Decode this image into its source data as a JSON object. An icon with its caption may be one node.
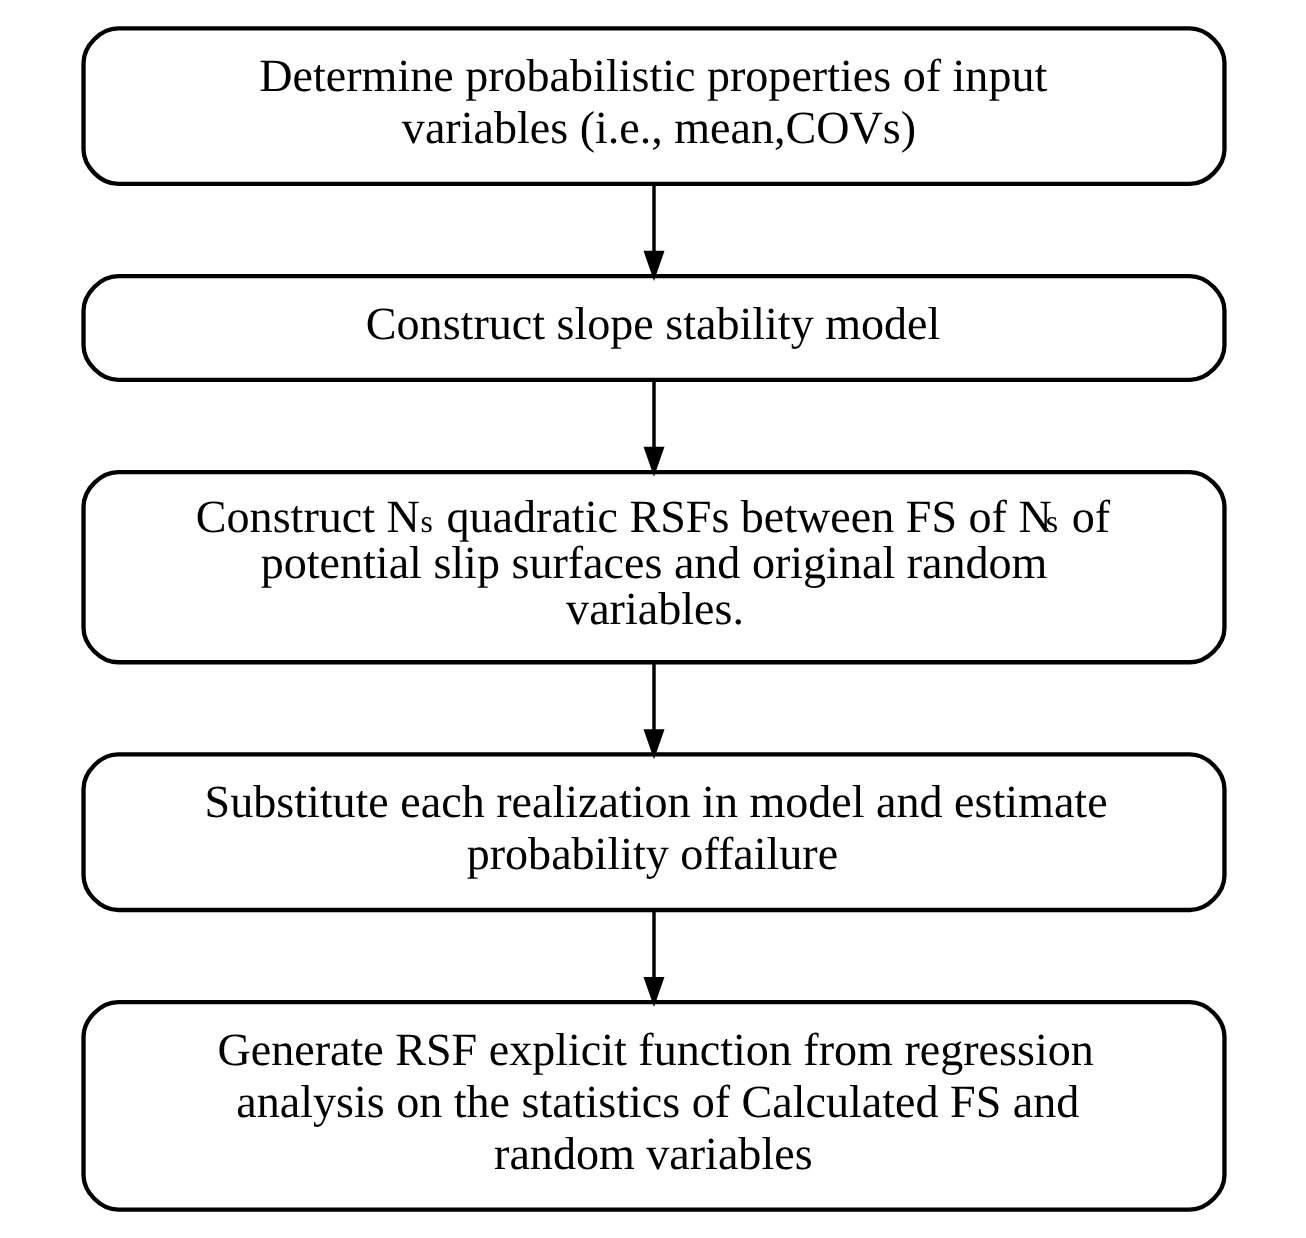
{
  "diagram": {
    "nodes": [
      {
        "text": [
          "Determine probabilistic properties of input variables (i.e., mean,COVs)"
        ]
      },
      {
        "text": [
          "Construct slope stability model"
        ]
      },
      {
        "text": [
          "Construct N$_{s}$ quadratic RSFs between FS of N$_{s}$ of potential slip surfaces and original random variables."
        ]
      },
      {
        "text": [
          "Substitute each realization in model and estimate probability offailure"
        ]
      },
      {
        "text": [
          "Generate RSF explicit function from regression analysis on the statistics of Calculated FS and random variables"
        ]
      }
    ],
    "edges": [
      {
        "from": 0,
        "to": 1,
        "arrow": "to"
      },
      {
        "from": 1,
        "to": 2,
        "arrow": "to"
      },
      {
        "from": 2,
        "to": 3,
        "arrow": "to"
      },
      {
        "from": 3,
        "to": 4,
        "arrow": "to"
      }
    ]
  }
}
